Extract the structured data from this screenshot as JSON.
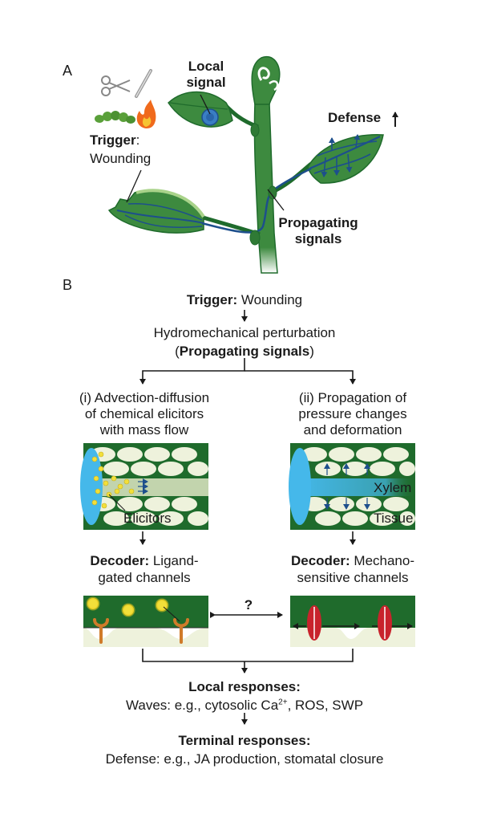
{
  "panel_a": {
    "letter": "A",
    "local_signal": [
      "Local",
      "signal"
    ],
    "trigger_label": "Trigger",
    "trigger_colon": ":",
    "trigger_value": "Wounding",
    "defense": "Defense",
    "propagating": [
      "Propagating",
      "signals"
    ],
    "icons": [
      "scissors-icon",
      "needle-icon",
      "caterpillar-icon",
      "flame-icon"
    ]
  },
  "panel_b": {
    "letter": "B",
    "trigger_label": "Trigger:",
    "trigger_value": "Wounding",
    "hydromechanical": "Hydromechanical perturbation",
    "paren_open": "(",
    "propagating_signals": "Propagating signals",
    "paren_close": ")",
    "branch_i": [
      "(i) Advection-diffusion",
      "of chemical elicitors",
      "with mass flow"
    ],
    "branch_ii": [
      "(ii) Propagation of",
      "pressure changes",
      "and deformation"
    ],
    "elicitors": "Elicitors",
    "xylem": "Xylem",
    "tissue": "Tissue",
    "decoder_label": "Decoder:",
    "decoder_left": [
      "Ligand-",
      "gated channels"
    ],
    "decoder_right": [
      "Mechano-",
      "sensitive channels"
    ],
    "question": "?",
    "local_responses": "Local responses:",
    "waves_prefix": "Waves: e.g., cytosolic Ca",
    "waves_sup": "2+",
    "waves_suffix": ", ROS, SWP",
    "terminal_responses": "Terminal responses:",
    "defense_line": "Defense: e.g., JA production, stomatal closure"
  },
  "colors": {
    "leaf_green": "#3d8a3f",
    "dark_green": "#1f6b2c",
    "vein_blue": "#1d4f8c",
    "light_blue": "#45b8ea",
    "elicitor_yellow": "#f2df3a",
    "channel_orange": "#d07b2a",
    "channel_red": "#c8232c",
    "cell_cream": "#eef2dc"
  }
}
